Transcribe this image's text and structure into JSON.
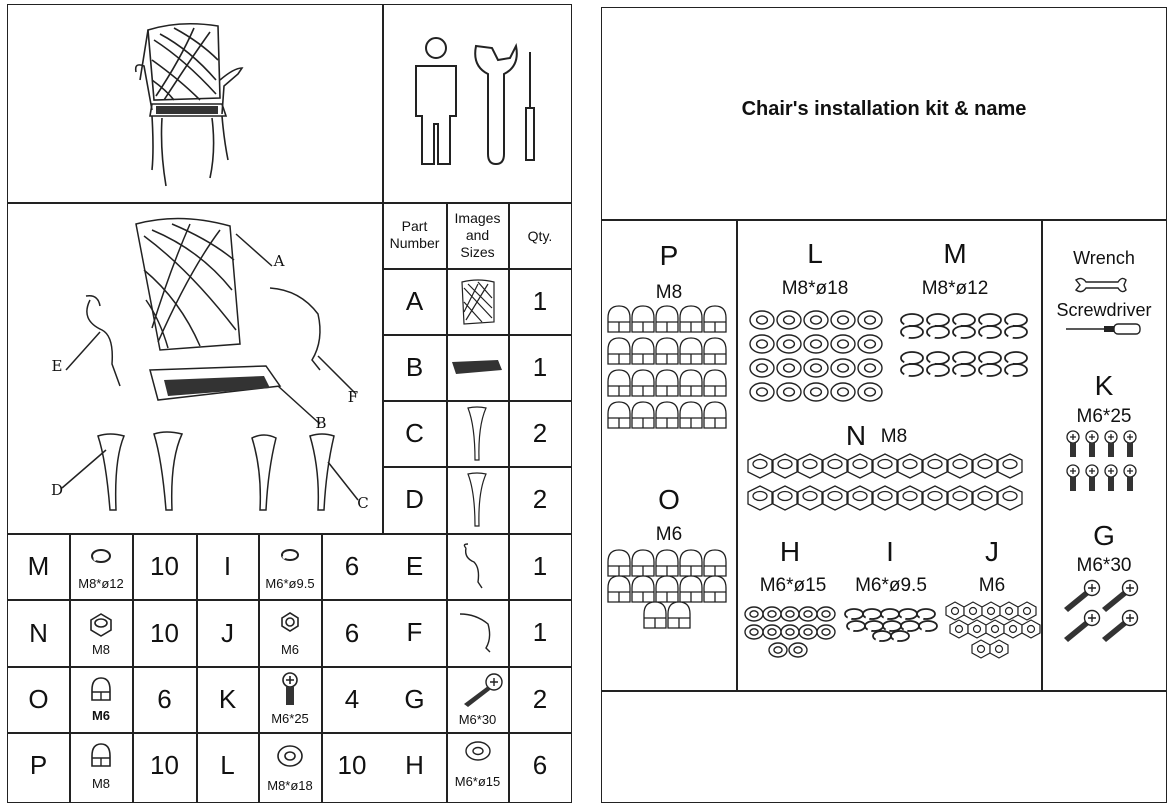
{
  "table_header": {
    "part_number": "Part\nNumber",
    "images": "Images\nand\nSizes",
    "qty": "Qty."
  },
  "parts_right": [
    {
      "part": "A",
      "qty": "1"
    },
    {
      "part": "B",
      "qty": "1"
    },
    {
      "part": "C",
      "qty": "2"
    },
    {
      "part": "D",
      "qty": "2"
    },
    {
      "part": "E",
      "qty": "1"
    },
    {
      "part": "F",
      "qty": "1"
    },
    {
      "part": "G",
      "qty": "2",
      "size": "M6*30"
    },
    {
      "part": "H",
      "qty": "6",
      "size": "M6*ø15"
    }
  ],
  "hardware_rows": [
    {
      "p1": "M",
      "s1": "M8*ø12",
      "q1": "10",
      "p2": "I",
      "s2": "M6*ø9.5",
      "q2": "6"
    },
    {
      "p1": "N",
      "s1": "M8",
      "q1": "10",
      "p2": "J",
      "s2": "M6",
      "q2": "6"
    },
    {
      "p1": "O",
      "s1": "M6",
      "q1": "6",
      "p2": "K",
      "s2": "M6*25",
      "q2": "4"
    },
    {
      "p1": "P",
      "s1": "M8",
      "q1": "10",
      "p2": "L",
      "s2": "M8*ø18",
      "q2": "10"
    }
  ],
  "diagram_labels": {
    "a": "A",
    "b": "B",
    "c": "C",
    "d": "D",
    "e": "E",
    "f": "F"
  },
  "kit": {
    "title": "Chair's installation kit & name",
    "p": {
      "letter": "P",
      "size": "M8"
    },
    "o": {
      "letter": "O",
      "size": "M6"
    },
    "l": {
      "letter": "L",
      "size": "M8*ø18"
    },
    "m": {
      "letter": "M",
      "size": "M8*ø12"
    },
    "n": {
      "letter": "N",
      "size": "M8"
    },
    "h": {
      "letter": "H",
      "size": "M6*ø15"
    },
    "i": {
      "letter": "I",
      "size": "M6*ø9.5"
    },
    "j": {
      "letter": "J",
      "size": "M6"
    },
    "wrench": "Wrench",
    "screwdriver": "Screwdriver",
    "k": {
      "letter": "K",
      "size": "M6*25"
    },
    "g": {
      "letter": "G",
      "size": "M6*30"
    }
  }
}
